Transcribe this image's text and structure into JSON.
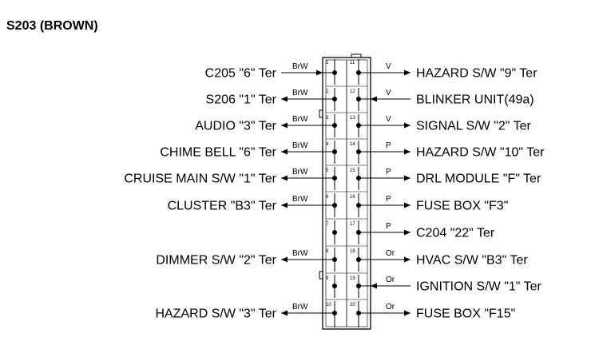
{
  "title": "S203 (BROWN)",
  "left": [
    {
      "pin": "1",
      "label": "C205 \"6\" Ter",
      "wire": "BrW",
      "dir": "in"
    },
    {
      "pin": "2",
      "label": "S206 \"1\" Ter",
      "wire": "BrW",
      "dir": "out"
    },
    {
      "pin": "3",
      "label": "AUDIO \"3\" Ter",
      "wire": "BrW",
      "dir": "out"
    },
    {
      "pin": "4",
      "label": "CHIME BELL \"6\" Ter",
      "wire": "BrW",
      "dir": "out"
    },
    {
      "pin": "5",
      "label": "CRUISE MAIN S/W \"1\" Ter",
      "wire": "BrW",
      "dir": "out"
    },
    {
      "pin": "6",
      "label": "CLUSTER \"B3\" Ter",
      "wire": "BrW",
      "dir": "out"
    },
    {
      "pin": "7",
      "label": "",
      "wire": "",
      "dir": "none"
    },
    {
      "pin": "8",
      "label": "DIMMER S/W \"2\" Ter",
      "wire": "BrW",
      "dir": "out"
    },
    {
      "pin": "9",
      "label": "",
      "wire": "",
      "dir": "none"
    },
    {
      "pin": "10",
      "label": "HAZARD S/W \"3\" Ter",
      "wire": "BrW",
      "dir": "out"
    }
  ],
  "right": [
    {
      "pin": "11",
      "label": "HAZARD S/W \"9\" Ter",
      "wire": "V",
      "dir": "out"
    },
    {
      "pin": "12",
      "label": "BLINKER UNIT(49a)",
      "wire": "V",
      "dir": "in"
    },
    {
      "pin": "13",
      "label": "SIGNAL S/W \"2\" Ter",
      "wire": "V",
      "dir": "out"
    },
    {
      "pin": "14",
      "label": "HAZARD S/W \"10\" Ter",
      "wire": "P",
      "dir": "out"
    },
    {
      "pin": "15",
      "label": "DRL MODULE \"F\" Ter",
      "wire": "P",
      "dir": "out"
    },
    {
      "pin": "16",
      "label": "FUSE BOX \"F3\"",
      "wire": "P",
      "dir": "out"
    },
    {
      "pin": "17",
      "label": "C204 \"22\" Ter",
      "wire": "P",
      "dir": "out"
    },
    {
      "pin": "18",
      "label": "HVAC S/W \"B3\" Ter",
      "wire": "Or",
      "dir": "out"
    },
    {
      "pin": "19",
      "label": "IGNITION S/W \"1\" Ter",
      "wire": "Or",
      "dir": "in"
    },
    {
      "pin": "20",
      "label": "FUSE BOX \"F15\"",
      "wire": "Or",
      "dir": "out"
    }
  ]
}
